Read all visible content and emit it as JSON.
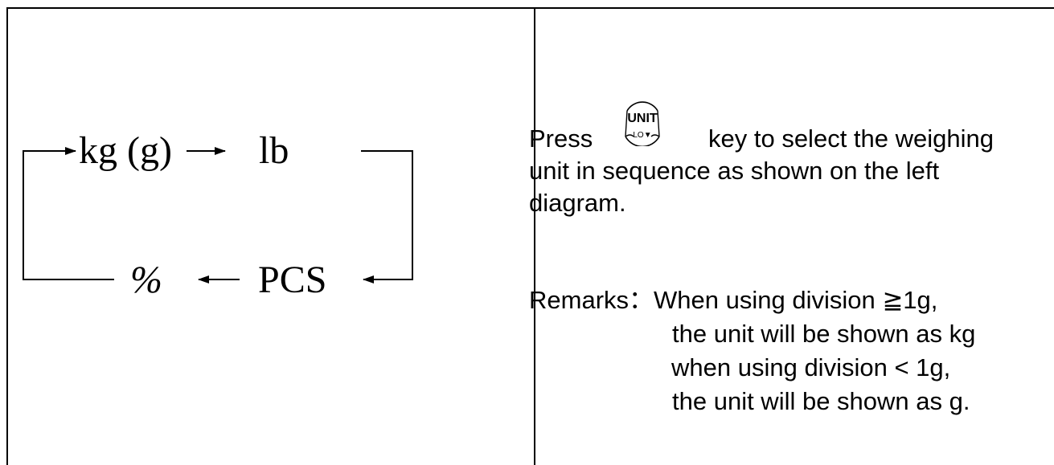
{
  "diagram": {
    "kg": "kg (g)",
    "lb": "lb",
    "pcs": "PCS",
    "percent": "%"
  },
  "instructions": {
    "press": "Press",
    "key_text": "key to select the weighing",
    "line2": "unit in sequence as shown on the left",
    "line3": "diagram."
  },
  "key": {
    "top_label": "UNIT",
    "bottom_label": "LO▼",
    "icon": "unit-key-icon"
  },
  "remarks": {
    "label": "Remarks：When using division ≧1g,",
    "line2": "the unit will be shown as kg",
    "line3": "when using division < 1g,",
    "line4": "the unit will be shown as g."
  }
}
